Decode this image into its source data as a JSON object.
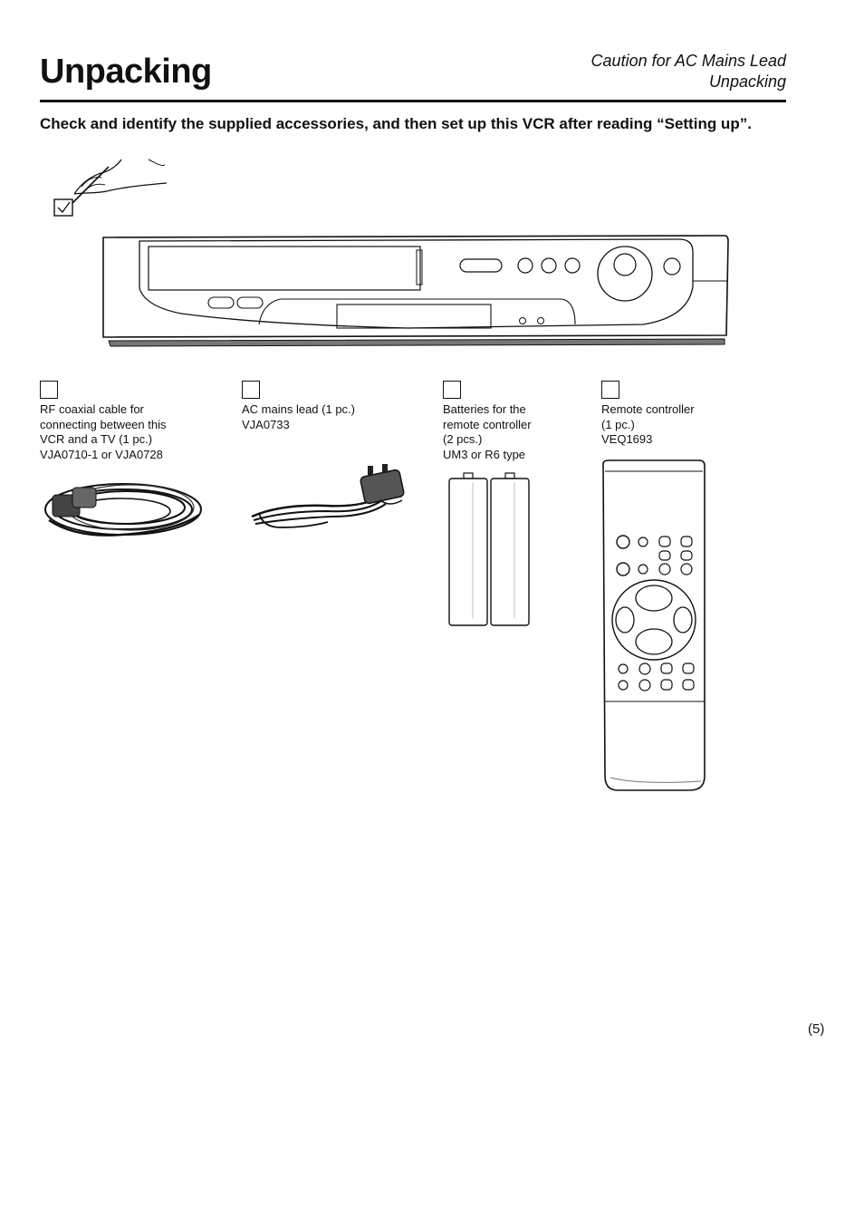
{
  "header": {
    "title": "Unpacking",
    "running_head": [
      "Caution for AC Mains Lead",
      "Unpacking"
    ]
  },
  "intro": "Check and identify the supplied accessories, and then set up this VCR after reading “Setting up”.",
  "accessories": [
    {
      "lines": [
        "RF coaxial cable for",
        "connecting between this",
        "VCR and a TV (1 pc.)",
        "VJA0710-1 or VJA0728"
      ],
      "icon": "coaxial-cable-icon"
    },
    {
      "lines": [
        "AC mains lead (1 pc.)",
        "VJA0733"
      ],
      "icon": "power-cord-icon"
    },
    {
      "lines": [
        "Batteries for the",
        "remote controller",
        "(2 pcs.)",
        "UM3 or R6 type"
      ],
      "icon": "battery-icon"
    },
    {
      "lines": [
        "Remote controller",
        "(1 pc.)",
        "VEQ1693"
      ],
      "icon": "remote-control-icon"
    }
  ],
  "page_number": "(5)"
}
